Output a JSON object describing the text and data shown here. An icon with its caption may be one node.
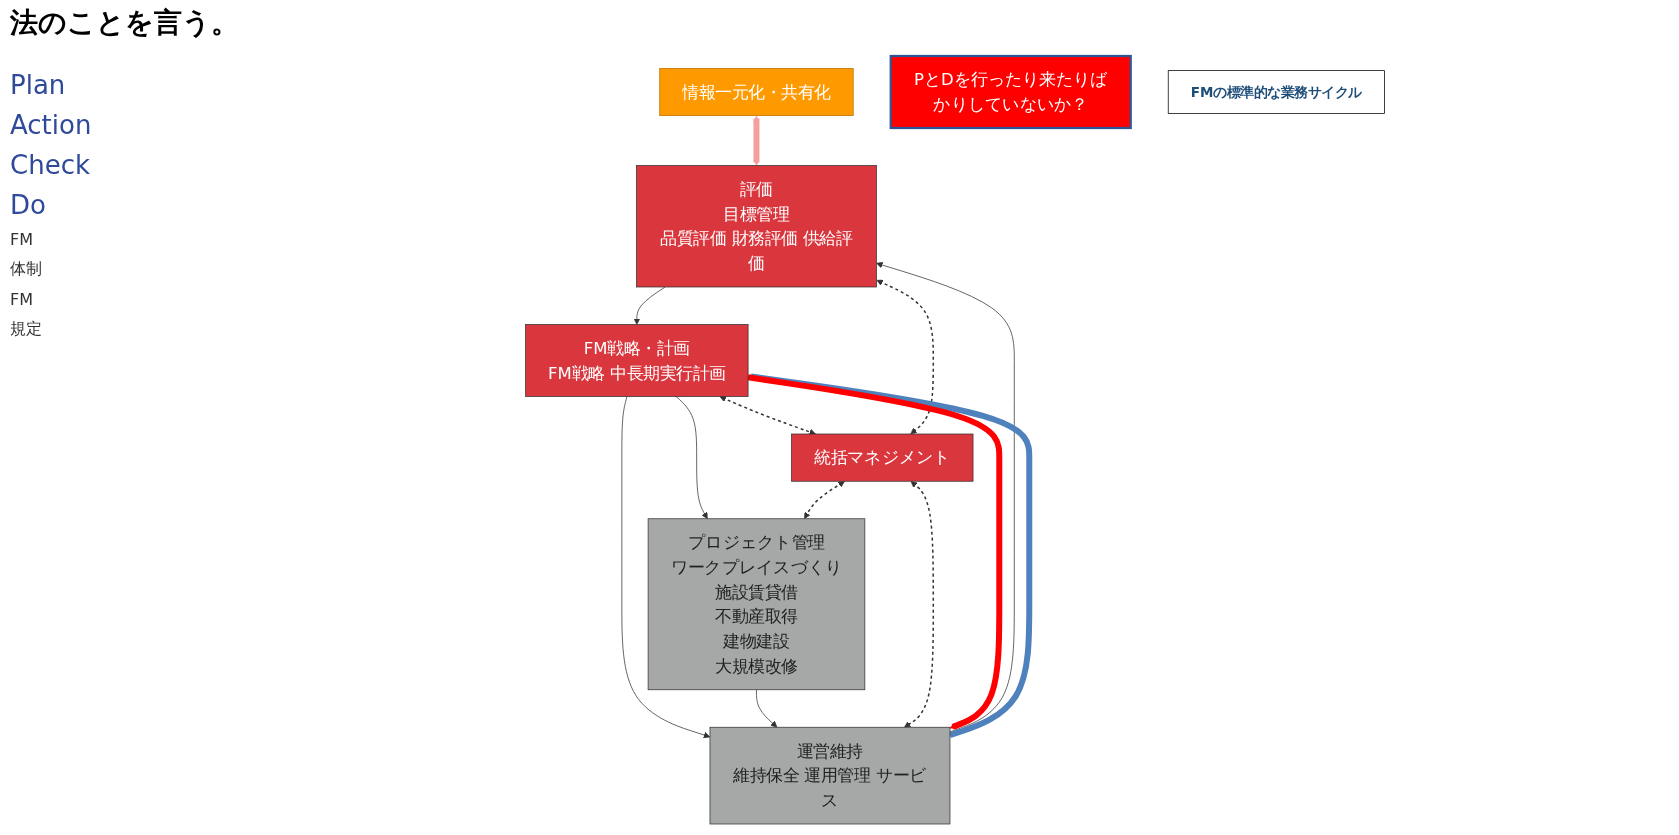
{
  "diagram": {
    "nodes": [
      {
        "text": [
          "情報一元化・共有化"
        ]
      },
      {
        "text": [
          "評価",
          "目標管理",
          "品質評価 財務評価 供給評価"
        ]
      },
      {
        "text": [
          "FM戦略・計画",
          "FM戦略 中長期実行計画"
        ]
      },
      {
        "text": [
          "統括マネジメント"
        ]
      },
      {
        "text": [
          "プロジェクト管理",
          "ワークプレイスづくり",
          "施設賃貸借",
          "不動産取得",
          "建物建設",
          "大規模改修"
        ]
      },
      {
        "text": [
          "運営維持",
          "維持保全 運用管理 サービス"
        ]
      },
      {
        "text": [
          "PとDを行ったり来たりばかりしていないか？"
        ]
      },
      {
        "text": [
          "FMの標準的な業務サイクル"
        ]
      }
    ],
    "edges": [
      {
        "from": 0,
        "to": 1,
        "arrow": "both",
        "style": "thick",
        "color": "#f4a0a0"
      },
      {
        "from": 1,
        "to": 2,
        "arrow": "to"
      },
      {
        "from": 2,
        "to": 4,
        "arrow": "to"
      },
      {
        "from": 2,
        "to": 5,
        "arrow": "to"
      },
      {
        "from": 4,
        "to": 5,
        "arrow": "to"
      },
      {
        "from": 5,
        "to": 1,
        "arrow": "to"
      },
      {
        "from": 3,
        "to": 2,
        "arrow": "both",
        "style": "dashed"
      },
      {
        "from": 3,
        "to": 1,
        "arrow": "both",
        "style": "dashed"
      },
      {
        "from": 3,
        "to": 4,
        "arrow": "both",
        "style": "dashed"
      },
      {
        "from": 3,
        "to": 5,
        "arrow": "both",
        "style": "dashed"
      },
      {
        "from": 5,
        "to": 2,
        "arrow": "to",
        "style": "thick",
        "color": "#4f81bd"
      },
      {
        "from": 2,
        "to": 5,
        "arrow": "to",
        "style": "thick",
        "color": "#ff0000"
      }
    ],
    "labels": [
      "法のことを言う。",
      "Plan",
      "Action",
      "Check",
      "Do",
      "FM",
      "体制",
      "FM",
      "規定"
    ]
  }
}
